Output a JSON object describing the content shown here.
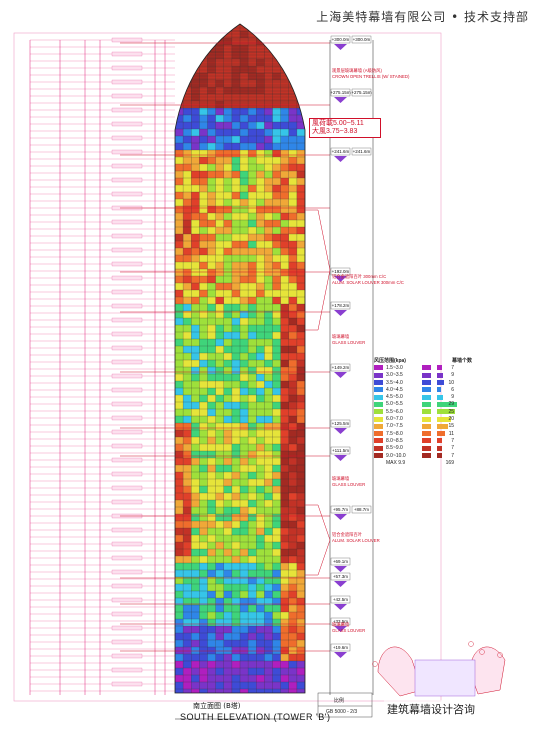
{
  "header": {
    "title": "上海美特幕墙有限公司 • 技术支持部"
  },
  "wind_note": {
    "line1": "風荷載5.00~5.11",
    "line2": "大風3.75~3.83"
  },
  "drawing_title_cn": "南立面图 (B塔)",
  "drawing_title_en": "SOUTH ELEVATION (TOWER 'B')",
  "drawing_no": "GB 5000 - 2/3",
  "scale_label": "比例",
  "watermark": "建筑幕墙设计咨询",
  "level_tags": [
    {
      "label": "+300.0m",
      "label2": "+300.0m"
    },
    {
      "label": "+275.15m",
      "label2": "+275.15m"
    },
    {
      "label": "+241.6m",
      "label2": "+241.6m"
    },
    {
      "label": "+192.0m"
    },
    {
      "label": "+178.2m"
    },
    {
      "label": "+149.2m"
    },
    {
      "label": "+125.5m"
    },
    {
      "label": "+111.5m"
    },
    {
      "label": "+95.7m",
      "label2": "+88.7m"
    },
    {
      "label": "+69.1m"
    },
    {
      "label": "+57.3m"
    },
    {
      "label": "+42.5m"
    },
    {
      "label": "+33.5m"
    },
    {
      "label": "+19.6m"
    }
  ],
  "annotations": [
    {
      "text": "观景层玻璃幕墙 (A级防风)"
    },
    {
      "text": "CROWN OPEN TRELLIS (W/ STAINED)"
    },
    {
      "text": "铝合金遮阳百叶 300mm C/C"
    },
    {
      "text": "ALUM. SOLAR LOUVER 300mm C/C"
    },
    {
      "text": "玻璃幕墙"
    },
    {
      "text": "GLASS LOUVER"
    },
    {
      "text": "玻璃幕墙"
    },
    {
      "text": "GLASS LOUVER"
    },
    {
      "text": "铝合金遮阳百叶"
    },
    {
      "text": "ALUM. SOLAR LOUVER"
    },
    {
      "text": "玻璃幕墙"
    },
    {
      "text": "GLASS LOUVER"
    }
  ],
  "legend": {
    "header_range": "风压范围(kpa)",
    "header_count": "幕墙个数",
    "rows": [
      {
        "range": "1.5~3.0",
        "color": "#b01fbf",
        "count": "7"
      },
      {
        "range": "3.0~3.5",
        "color": "#7a34c8",
        "count": "9"
      },
      {
        "range": "3.5~4.0",
        "color": "#3e4bd6",
        "count": "10"
      },
      {
        "range": "4.0~4.5",
        "color": "#2f86e8",
        "count": "6"
      },
      {
        "range": "4.5~5.0",
        "color": "#36c5e8",
        "count": "9"
      },
      {
        "range": "5.0~5.5",
        "color": "#3fd47a",
        "count": "29"
      },
      {
        "range": "5.5~6.0",
        "color": "#9ee03b",
        "count": "25"
      },
      {
        "range": "6.0~7.0",
        "color": "#e6e43a",
        "count": "20"
      },
      {
        "range": "7.0~7.5",
        "color": "#f0a838",
        "count": "15"
      },
      {
        "range": "7.5~8.0",
        "color": "#ef6d2c",
        "count": "11"
      },
      {
        "range": "8.0~8.5",
        "color": "#e0402a",
        "count": "7"
      },
      {
        "range": "8.5~9.0",
        "color": "#c23226",
        "count": "7"
      },
      {
        "range": "9.0~10.0",
        "color": "#a32a22",
        "count": "7"
      }
    ],
    "max_label": "MAX 9.9",
    "total": "169"
  }
}
